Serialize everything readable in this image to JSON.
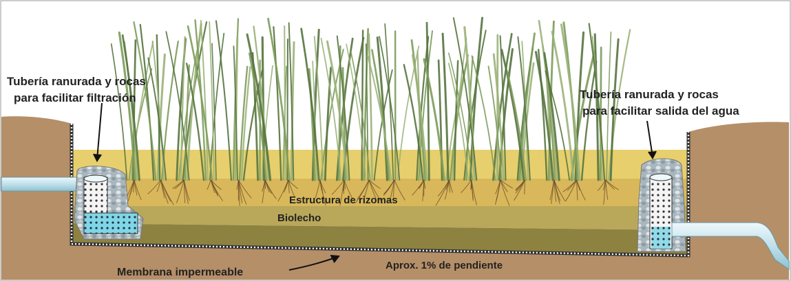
{
  "labels": {
    "inlet_line1": "Tubería ranurada y rocas",
    "inlet_line2": "para facilitar filtración",
    "outlet_line1": "Tubería ranurada y rocas",
    "outlet_line2": "para facilitar salida del agua",
    "rhizomes": "Estructura de rizomas",
    "biobed": "Biolecho",
    "membrane": "Membrana impermeable",
    "slope": "Aprox. 1% de pendiente"
  },
  "colors": {
    "soil": "#b58f68",
    "gravel_top": "#e7cf6d",
    "rhizome_zone": "#d8b85a",
    "biobed": "#b9a75a",
    "biobed_bottom": "#8d8240",
    "membrane_border": "#3a3a3a",
    "pipe": "#bfe0ea",
    "reed": "#6f8f52"
  }
}
